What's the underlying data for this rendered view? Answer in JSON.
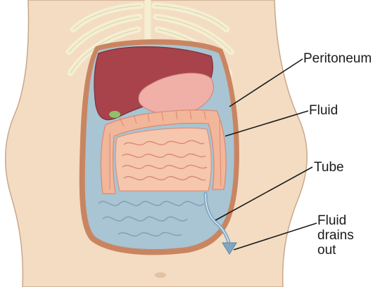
{
  "labels": {
    "peritoneum": "Peritoneum",
    "fluid": "Fluid",
    "tube": "Tube",
    "drains": [
      "Fluid",
      "drains",
      "out"
    ]
  },
  "colors": {
    "skin": "#f3dcc2",
    "skin_outline": "#c8a88a",
    "fluid": "#a9c4d2",
    "peritoneum": "#c98561",
    "liver": "#a8434b",
    "stomach": "#f0b0a8",
    "intestine": "#f2b69a",
    "ribs": "#f4efd2",
    "gallbladder": "#8fc06a",
    "tube": "#7fa7c4",
    "leader_line": "#1a1a1a"
  },
  "icons": {
    "drain_arrow": "arrow-down-icon"
  }
}
